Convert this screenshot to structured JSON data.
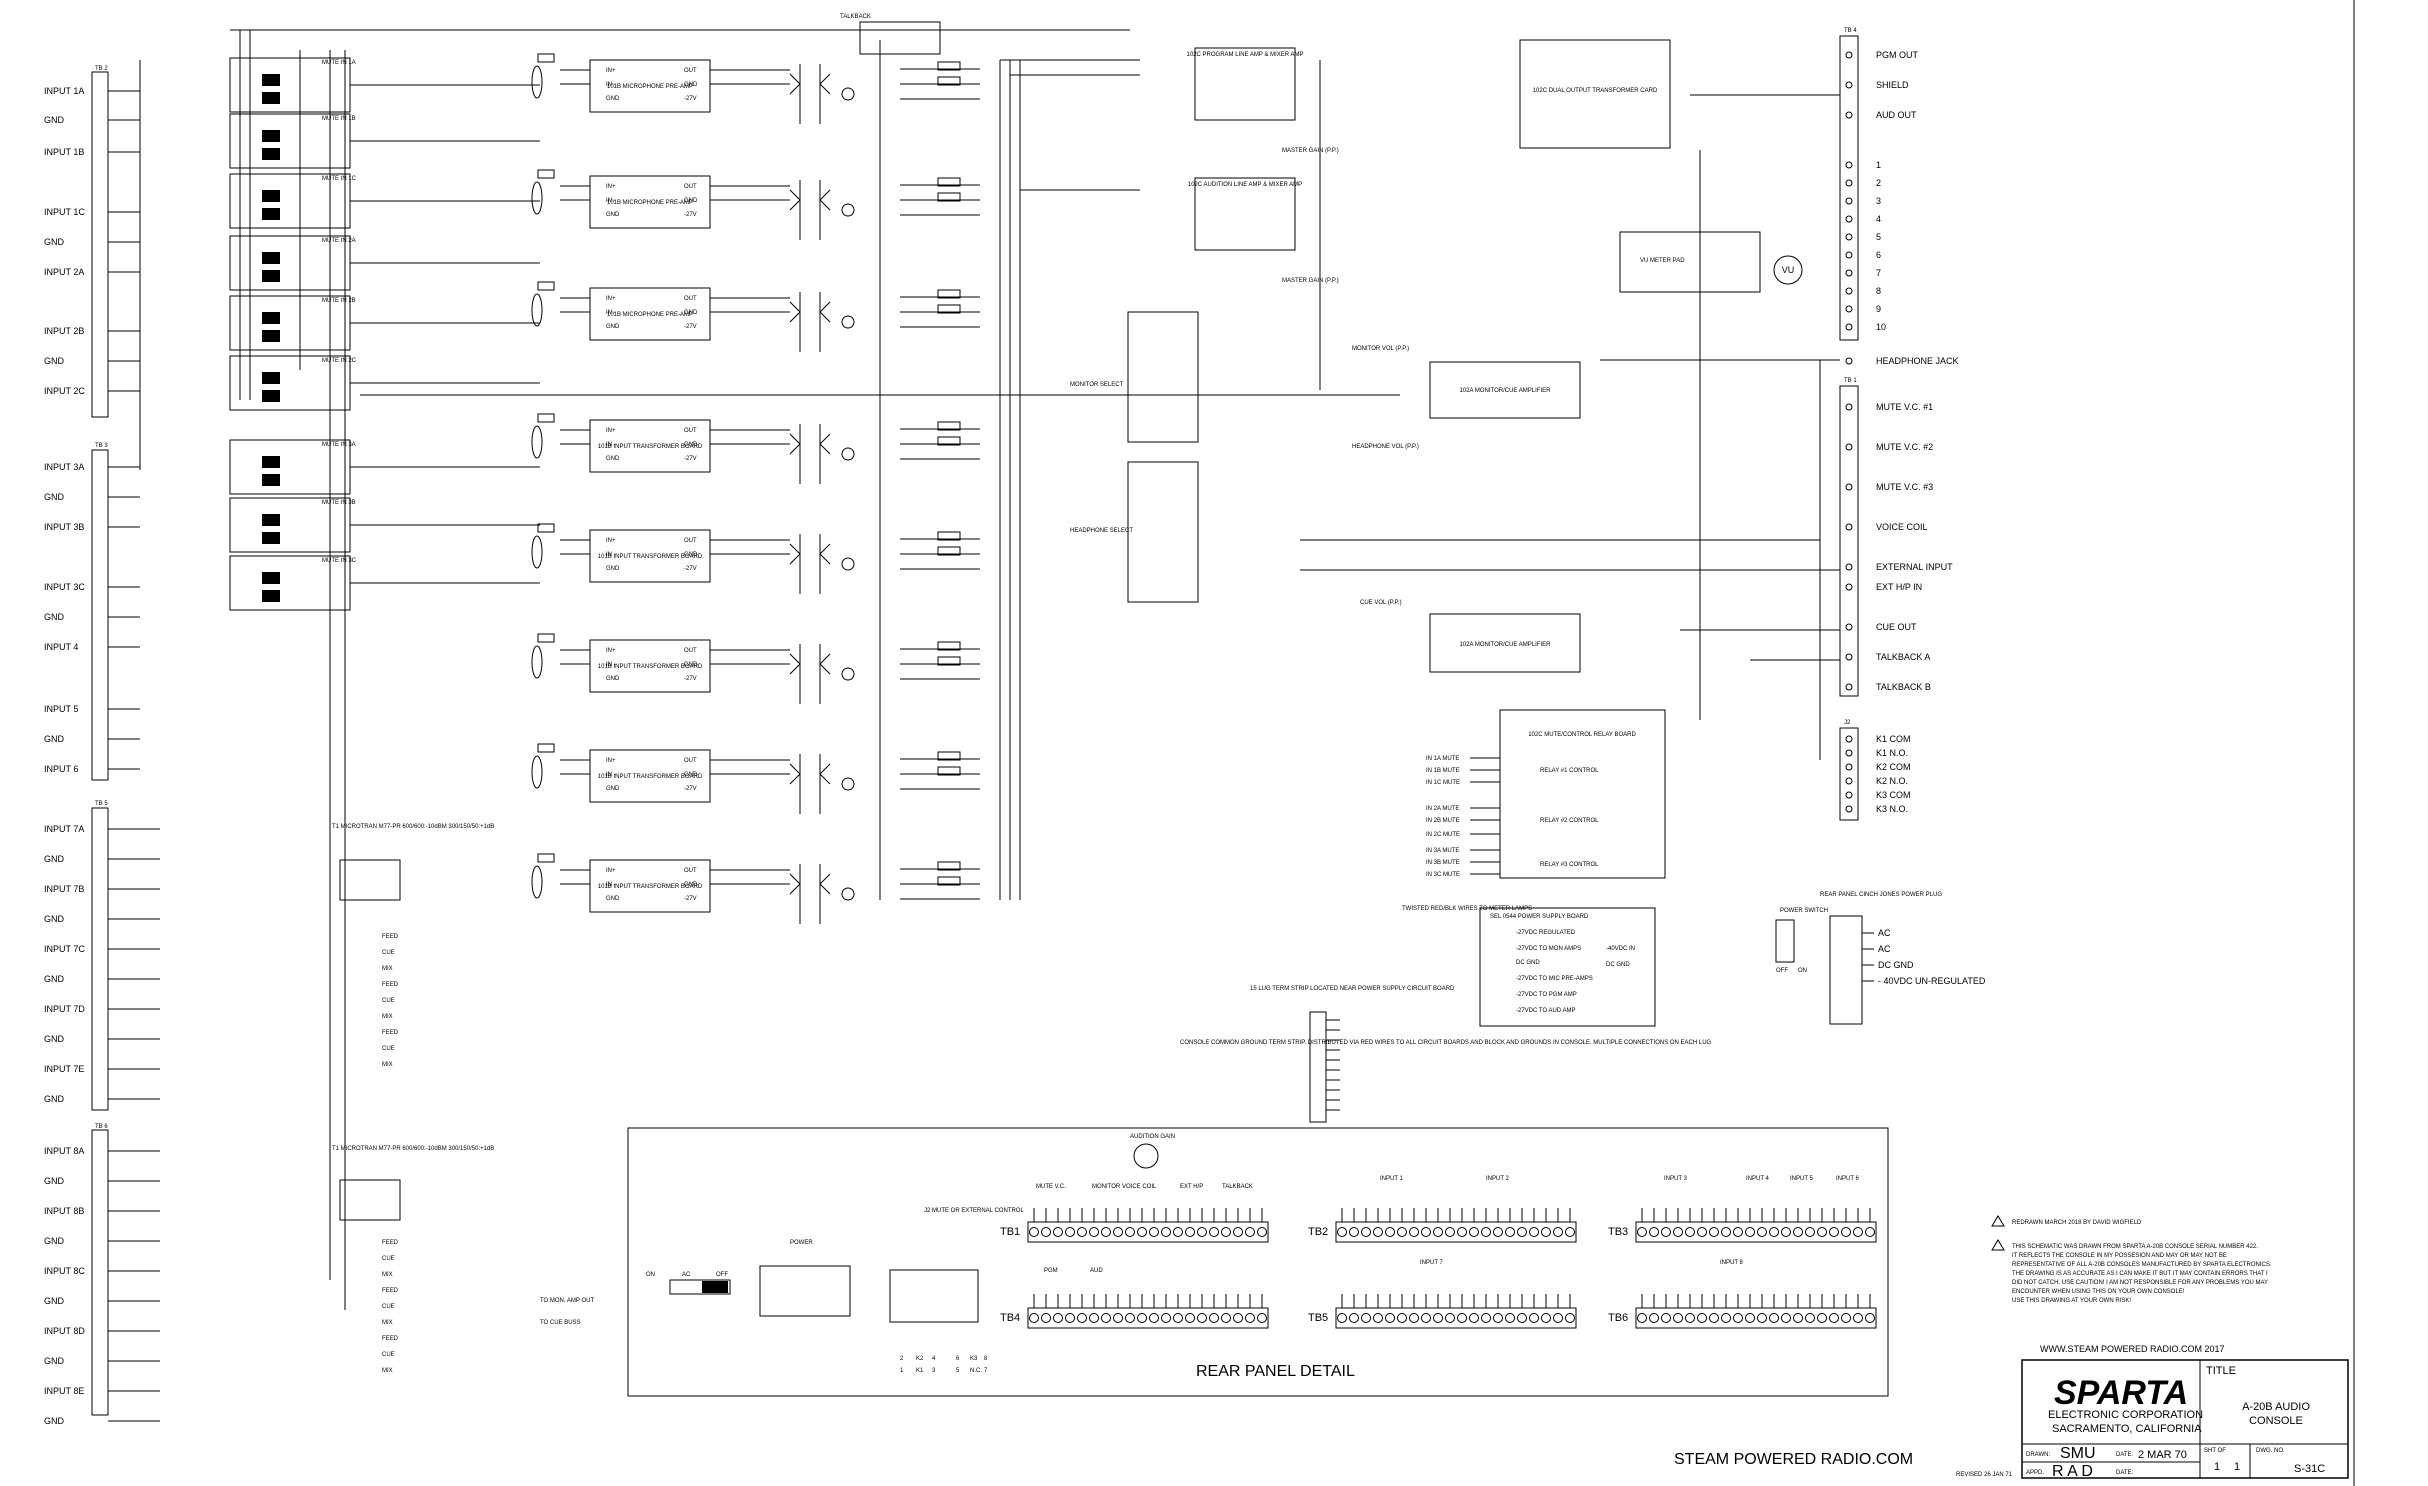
{
  "left_inputs": [
    "INPUT 1A",
    "GND",
    "INPUT 1B",
    "INPUT 1C",
    "GND",
    "INPUT 2A",
    "INPUT 2B",
    "GND",
    "INPUT 2C",
    "INPUT 3A",
    "GND",
    "INPUT 3B",
    "INPUT 3C",
    "GND",
    "INPUT 4",
    "INPUT 5",
    "GND",
    "INPUT 6"
  ],
  "left_inputs_tb5": [
    "INPUT 7A",
    "GND",
    "INPUT 7B",
    "GND",
    "INPUT 7C",
    "GND",
    "INPUT 7D",
    "GND",
    "INPUT 7E",
    "GND"
  ],
  "left_inputs_tb6": [
    "INPUT 8A",
    "GND",
    "INPUT 8B",
    "GND",
    "INPUT 8C",
    "GND",
    "INPUT 8D",
    "GND",
    "INPUT 8E",
    "GND"
  ],
  "terminal_labels": {
    "tb2": "TB 2",
    "tb3": "TB 3",
    "tb5": "TB 5",
    "tb6": "TB 6",
    "tb4": "TB 4",
    "tb1": "TB 1",
    "j2": "J2"
  },
  "preamp_boards": [
    "101B MICROPHONE PRE-AMP",
    "101B MICROPHONE PRE-AMP",
    "101B MICROPHONE PRE-AMP",
    "101B INPUT TRANSFORMER BOARD",
    "101B INPUT TRANSFORMER BOARD",
    "101B INPUT TRANSFORMER BOARD",
    "101B INPUT TRANSFORMER BOARD",
    "101B INPUT TRANSFORMER BOARD"
  ],
  "board_pins": {
    "in_pos": "IN+",
    "in_neg": "IN -",
    "gnd": "GND",
    "out": "OUT",
    "out_gnd": "GND",
    "v27": "-27V"
  },
  "program_amp": "102C PROGRAM LINE AMP & MIXER AMP",
  "audition_amp": "102C AUDITION LINE AMP & MIXER AMP",
  "output_card": "102C DUAL OUTPUT TRANSFORMER CARD",
  "monitor_amp": "102A MONITOR/CUE AMPLIFIER",
  "cue_amp": "102A MONITOR/CUE AMPLIFIER",
  "relay_board": "102C MUTE/CONTROL RELAY BOARD",
  "power_board": "SEL 0544 POWER SUPPLY BOARD",
  "master_gain": "MASTER GAIN (P.P.)",
  "talkback_label": "TALKBACK",
  "monitor_select": "MONITOR SELECT",
  "headphone_select": "HEADPHONE SELECT",
  "monitor_vol": "MONITOR VOL (P.P.)",
  "headphone_vol": "HEADPHONE VOL (P.P.)",
  "cue_vol": "CUE VOL (P.P.)",
  "vu_label": "VU",
  "vu_pad": "VU METER PAD",
  "mute_labels": [
    "MUTE IN 1A",
    "MUTE IN 1B",
    "MUTE IN 1C",
    "MUTE IN 2A",
    "MUTE IN 2B",
    "MUTE IN 2C",
    "MUTE IN 3A",
    "MUTE IN 3B",
    "MUTE IN 3C"
  ],
  "right_terminals": [
    "PGM OUT",
    "SHIELD",
    "AUD OUT",
    "1",
    "2",
    "3",
    "4",
    "5",
    "6",
    "7",
    "8",
    "9",
    "10"
  ],
  "right_lower": [
    "HEADPHONE JACK",
    "MUTE V.C. #1",
    "MUTE V.C. #2",
    "MUTE V.C. #3",
    "VOICE COIL",
    "EXTERNAL INPUT",
    "EXT H/P IN",
    "CUE OUT",
    "TALKBACK A",
    "TALKBACK B"
  ],
  "relay_outputs": [
    "K1 COM",
    "K1 N.O.",
    "K2 COM",
    "K2 N.O.",
    "K3 COM",
    "K3 N.O."
  ],
  "relay_mutes": [
    "IN 1A MUTE",
    "IN 1B MUTE",
    "IN 1C MUTE",
    "IN 2A MUTE",
    "IN 2B MUTE",
    "IN 2C MUTE",
    "IN 3A MUTE",
    "IN 3B MUTE",
    "IN 3C MUTE"
  ],
  "relay_controls": [
    "RELAY #1 CONTROL",
    "RELAY #2 CONTROL",
    "RELAY #3 CONTROL"
  ],
  "power_rails": [
    "-27VDC REGULATED",
    "-27VDC TO MON AMPS",
    "DC GND",
    "-27VDC TO MIC PRE-AMPS",
    "-27VDC TO PGM AMP",
    "-27VDC TO AUD AMP"
  ],
  "power_rail_right": [
    "-40VDC IN",
    "DC GND"
  ],
  "power_switch": {
    "title": "POWER SWITCH",
    "off": "OFF",
    "on": "ON"
  },
  "power_plug": {
    "title": "REAR PANEL CINCH JONES POWER PLUG",
    "pins": [
      "AC",
      "AC",
      "DC GND",
      "- 40VDC UN-REGULATED"
    ]
  },
  "transformer": "T1 MICROTRAN M77-PR 600/600:-10dBM 300/150/50:+1dB",
  "feed_labels": [
    "FEED",
    "CUE",
    "MIX",
    "FEED",
    "CUE",
    "MIX",
    "FEED",
    "CUE",
    "MIX"
  ],
  "to_mon": "TO MON. AMP OUT",
  "to_cue": "TO CUE BUSS",
  "lug_strip": "15 LUG TERM STRIP LOCATED NEAR POWER SUPPLY CIRCUIT BOARD",
  "console_ground": "CONSOLE COMMON GROUND TERM STRIP. DISTRIBUTED VIA RED WIRES TO ALL CIRCUIT BOARDS AND BLOCK AND GROUNDS IN CONSOLE. MULTIPLE CONNECTIONS ON EACH LUG",
  "twisted_note": "TWISTED RED/BLK WIRES TO METER LAMPS",
  "rear_panel": {
    "title": "REAR PANEL DETAIL",
    "audition_gain": "AUDITION GAIN",
    "power": "POWER",
    "j2": "J2 MUTE OR EXTERNAL CONTROL",
    "switch_on": "ON",
    "switch_ac": "AC",
    "switch_off": "OFF",
    "k_labels": [
      "2",
      "K2",
      "4",
      "6",
      "K3",
      "8",
      "1",
      "K1",
      "3",
      "5",
      "N.C.",
      "7"
    ],
    "tbs": [
      "TB1",
      "TB2",
      "TB3",
      "TB4",
      "TB5",
      "TB6"
    ],
    "tb1_heads": [
      "MUTE V.C.",
      "MONITOR",
      "VOICE COIL",
      "EXT H/P",
      "TALKBACK"
    ],
    "tb2_heads": [
      "INPUT 1",
      "INPUT 2"
    ],
    "tb3_heads": [
      "INPUT 3",
      "INPUT 4",
      "INPUT 5",
      "INPUT 6"
    ],
    "tb4_heads": [
      "PGM",
      "AUD"
    ],
    "tb5_heads": [
      "INPUT 7"
    ],
    "tb6_heads": [
      "INPUT 8"
    ]
  },
  "notes": [
    "REDRAWN MARCH 2018 BY DAVID WIGFIELD",
    "THIS SCHEMATIC WAS DRAWN FROM SPARTA A-20B CONSOLE SERIAL NUMBER 422.",
    "IT REFLECTS THE CONSOLE IN MY POSSESION AND MAY OR MAY NOT BE",
    "REPRESENTATIVE OF ALL A-20B CONSOLES MANUFACTURED BY SPARTA ELECTRONICS.",
    "THE DRAWING IS AS ACCURATE AS I CAN MAKE IT BUT IT MAY CONTAIN ERRORS THAT I",
    "DID NOT CATCH. USE CAUTION! I AM NOT RESPONSIBLE FOR ANY PROBLEMS YOU MAY",
    "ENCOUNTER WHEN USING THIS ON YOUR OWN CONSOLE!",
    "USE THIS DRAWING AT YOUR OWN RISK!"
  ],
  "website_top": "WWW.STEAM POWERED RADIO.COM 2017",
  "website_bottom": "STEAM POWERED RADIO.COM",
  "title_block": {
    "brand": "SPARTA",
    "company": "ELECTRONIC CORPORATION",
    "city": "SACRAMENTO, CALIFORNIA",
    "title_label": "TITLE",
    "title_line1": "A-20B AUDIO",
    "title_line2": "CONSOLE",
    "drawn_label": "DRAWN:",
    "drawn": "SMU",
    "date_label": "DATE:",
    "date": "2 MAR 70",
    "sht_label": "SHT OF",
    "sht": "1",
    "of": "1",
    "dwg_label": "DWG. NO.",
    "dwg": "S-31C",
    "appd_label": "APPD.",
    "appd": "R A D",
    "date2_label": "DATE:",
    "revised": "REVISED 26 JAN 71"
  },
  "colors": {
    "ink": "#000000",
    "paper": "#ffffff"
  }
}
